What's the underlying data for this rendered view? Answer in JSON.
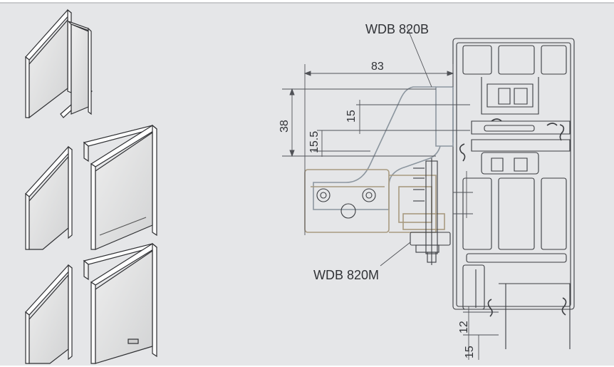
{
  "labels": {
    "bracket_top": "WDB 820B",
    "bracket_bottom": "WDB 820M"
  },
  "dimensions": {
    "width_83": "83",
    "height_38": "38",
    "offset_15": "15",
    "offset_15_5": "15.5",
    "bottom_12": "12",
    "bottom_15": "15"
  },
  "colors": {
    "background": "#e5e6e8",
    "outline": "#3a3c40",
    "bracket_top": "#8c969f",
    "bracket_bottom": "#a89a80",
    "dimension_line": "#505257"
  },
  "illustrations": [
    "window-folding-single-icon",
    "window-folding-double-icon",
    "window-folding-double-tilt-icon"
  ]
}
